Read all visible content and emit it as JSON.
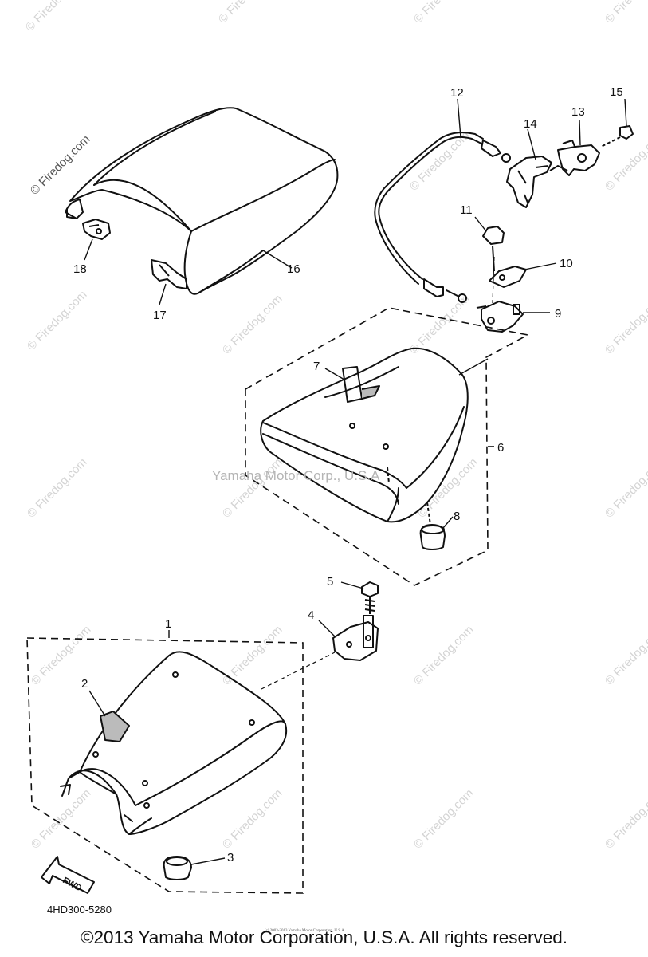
{
  "watermark_text": "© Firedog.com",
  "source_watermark": "Yamaha Motor Corp., U.S.A",
  "callouts": [
    "1",
    "2",
    "3",
    "4",
    "5",
    "6",
    "7",
    "8",
    "9",
    "10",
    "11",
    "12",
    "13",
    "14",
    "15",
    "16",
    "17",
    "18"
  ],
  "fwd_label": "FWD",
  "diagram_code": "4HD300-5280",
  "fine_print": "(c) 2003-2013 Yamaha Motor Corporation, U.S.A.",
  "copyright": "©2013 Yamaha Motor Corporation, U.S.A. All rights reserved."
}
